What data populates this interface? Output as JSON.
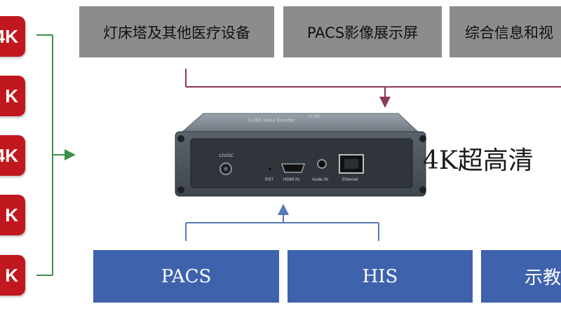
{
  "left_badges": [
    "4K",
    "K",
    "4K",
    "K",
    "K"
  ],
  "top_boxes": [
    "灯床塔及其他医疗设备",
    "PACS影像展示屏",
    "综合信息和视"
  ],
  "bottom_boxes": [
    "PACS",
    "HIS",
    "示教"
  ],
  "device_title": "4K超高清",
  "device": {
    "header_text": "H.265",
    "front_label": "H.265 Video Encoder",
    "power_label": "12V/DC",
    "ports": [
      "RST",
      "HDMI IN",
      "Audio IN",
      "Ethernet"
    ]
  },
  "colors": {
    "badge_red": "#c0181e",
    "top_box_gray": "#8c8c8c",
    "bottom_box_blue": "#3f62ad",
    "green_connector": "#3d8f4a",
    "maroon_connector": "#8b3a4f",
    "blue_connector": "#5a78b8"
  }
}
